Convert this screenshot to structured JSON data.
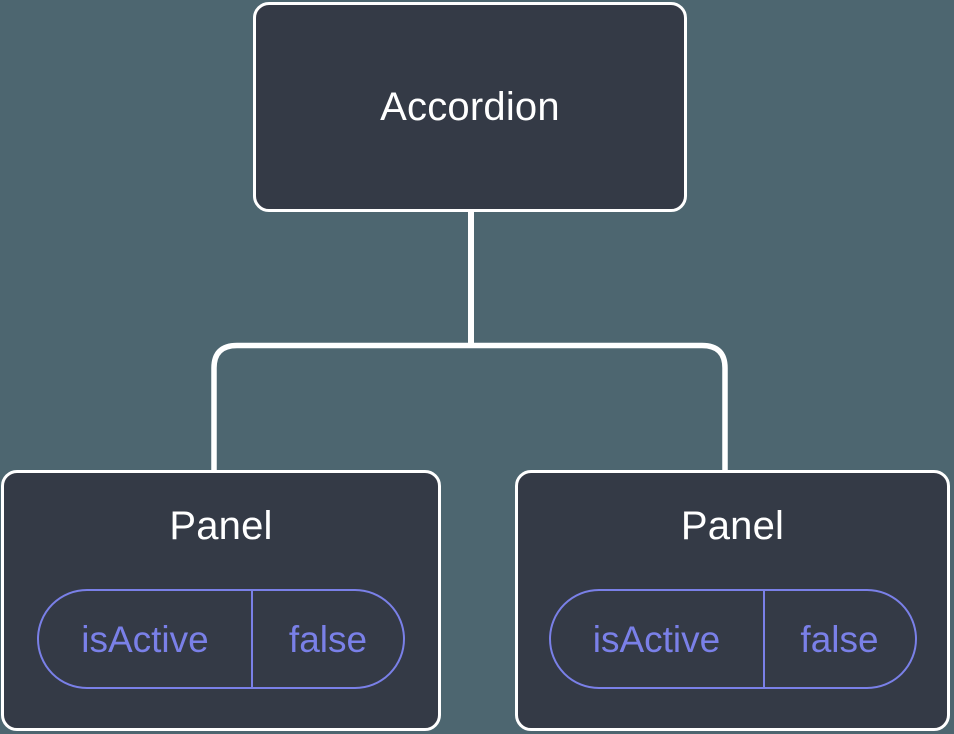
{
  "diagram": {
    "colors": {
      "background": "#4D6670",
      "node_fill": "#343A46",
      "node_border": "#FFFFFF",
      "connector": "#FFFFFF",
      "accent": "#7A80E8",
      "label_text": "#FFFFFF"
    },
    "root": {
      "label": "Accordion"
    },
    "children": [
      {
        "label": "Panel",
        "state": {
          "key": "isActive",
          "value": "false"
        }
      },
      {
        "label": "Panel",
        "state": {
          "key": "isActive",
          "value": "false"
        }
      }
    ]
  }
}
